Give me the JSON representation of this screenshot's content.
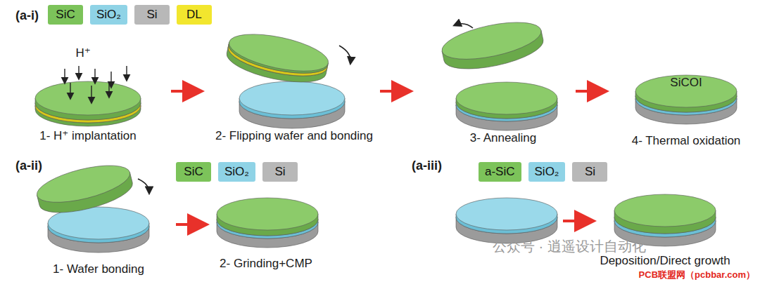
{
  "diagram": {
    "labels": [
      "(a-i)",
      "H⁺",
      "1- H⁺ implantation",
      "2- Flipping wafer and bonding",
      "3- Annealing",
      "4- Thermal oxidation",
      "SiCOI",
      "(a-ii)",
      "1- Wafer bonding",
      "2- Grinding+CMP",
      "(a-iii)",
      "Deposition/Direct growth",
      "公众号 · 逍遥设计自动化",
      "PCB联盟网（pcbbar.com）"
    ],
    "legend": [
      {
        "text": "SiC",
        "color": "#7cc35a"
      },
      {
        "text": "SiO₂",
        "color": "#8fd3e6"
      },
      {
        "text": "Si",
        "color": "#b8b8b8"
      },
      {
        "text": "DL",
        "color": "#f2e62e"
      },
      {
        "text": "SiC",
        "color": "#7cc35a"
      },
      {
        "text": "SiO₂",
        "color": "#8fd3e6"
      },
      {
        "text": "Si",
        "color": "#b8b8b8"
      },
      {
        "text": "a-SiC",
        "color": "#7cc35a"
      },
      {
        "text": "SiO₂",
        "color": "#8fd3e6"
      },
      {
        "text": "Si",
        "color": "#b8b8b8"
      }
    ]
  }
}
